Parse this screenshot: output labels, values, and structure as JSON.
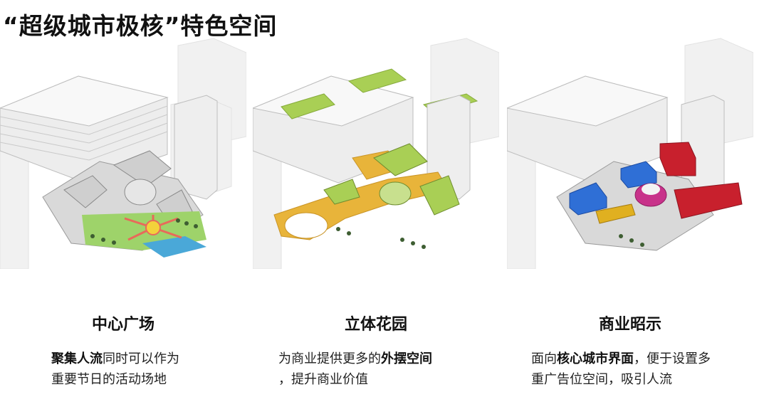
{
  "page": {
    "title": "“超级城市极核”特色空间"
  },
  "panels": [
    {
      "heading": "中心广场",
      "desc_line1_bold": "聚集人流",
      "desc_line1_rest": "同时可以作为",
      "desc_line2": "重要节日的活动场地",
      "accent_colors": [
        "#9ed36a",
        "#e86a5a",
        "#4aa8d8"
      ]
    },
    {
      "heading": "立体花园",
      "desc_line1_pre": "为商业提供更多的",
      "desc_line1_bold": "外摆空间",
      "desc_line2": "，提升商业价值",
      "accent_colors": [
        "#a9cf55",
        "#e8b43a"
      ]
    },
    {
      "heading": "商业昭示",
      "desc_line1_pre": "面向",
      "desc_line1_bold": "核心城市界面",
      "desc_line1_rest": "，便于设置多",
      "desc_line2": "重广告位空间，吸引人流",
      "accent_colors": [
        "#2f6fd6",
        "#c8202d",
        "#e0b020",
        "#c8328a"
      ]
    }
  ]
}
